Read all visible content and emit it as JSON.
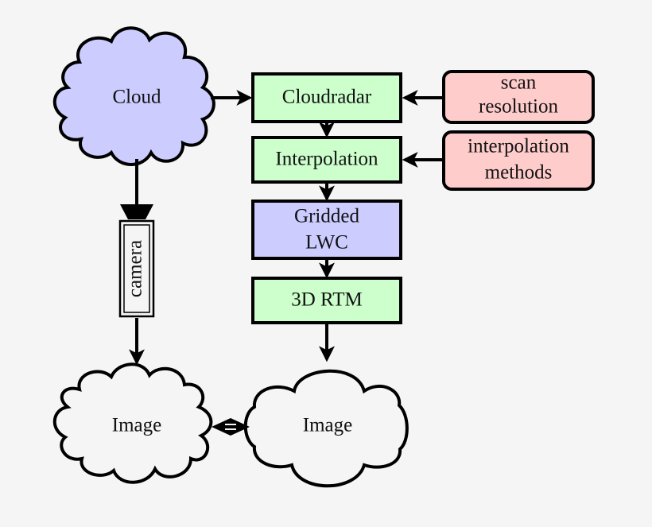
{
  "diagram": {
    "colors": {
      "cloud_fill": "#ccccff",
      "process_fill": "#ccffcc",
      "data_fill": "#ccccff",
      "param_fill": "#ffcccc",
      "background": "#f5f5f5"
    },
    "nodes": {
      "cloud": {
        "label": "Cloud",
        "shape": "cloud"
      },
      "cloudradar": {
        "label": "Cloudradar",
        "shape": "rectangle"
      },
      "interpolation": {
        "label": "Interpolation",
        "shape": "rectangle"
      },
      "gridded_lwc": {
        "label_lines": [
          "Gridded",
          "LWC"
        ],
        "shape": "rectangle"
      },
      "rtm": {
        "label": "3D RTM",
        "shape": "rectangle"
      },
      "scan_resolution": {
        "label_lines": [
          "scan",
          "resolution"
        ],
        "shape": "rounded-rectangle"
      },
      "interpolation_methods": {
        "label_lines": [
          "interpolation",
          "methods"
        ],
        "shape": "rounded-rectangle"
      },
      "camera": {
        "label": "camera",
        "shape": "camera"
      },
      "image_observed": {
        "label": "Image",
        "shape": "cloud"
      },
      "image_simulated": {
        "label": "Image",
        "shape": "cloud"
      }
    },
    "edges": [
      {
        "from": "Cloud",
        "to": "Cloudradar"
      },
      {
        "from": "scan resolution",
        "to": "Cloudradar"
      },
      {
        "from": "Cloudradar",
        "to": "Interpolation"
      },
      {
        "from": "interpolation methods",
        "to": "Interpolation"
      },
      {
        "from": "Interpolation",
        "to": "Gridded LWC"
      },
      {
        "from": "Gridded LWC",
        "to": "3D RTM"
      },
      {
        "from": "3D RTM",
        "to": "Image (simulated)"
      },
      {
        "from": "Cloud",
        "to": "camera"
      },
      {
        "from": "camera",
        "to": "Image (observed)"
      },
      {
        "from": "Image (observed)",
        "to": "Image (simulated)",
        "type": "comparison"
      }
    ]
  }
}
